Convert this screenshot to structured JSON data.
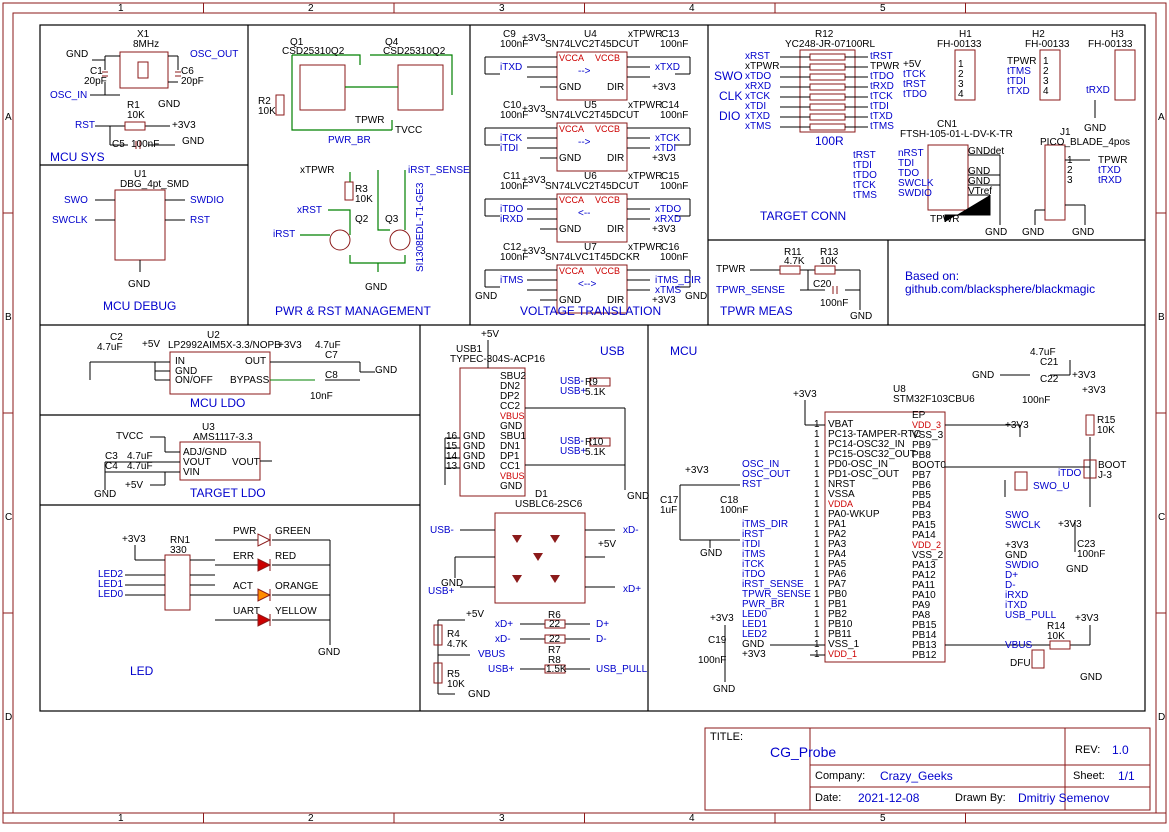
{
  "border": {
    "cols": [
      "1",
      "2",
      "3",
      "4",
      "5"
    ],
    "rows": [
      "A",
      "B",
      "C",
      "D"
    ]
  },
  "sections": {
    "mcu_sys": "MCU SYS",
    "mcu_debug": "MCU DEBUG",
    "pwr_rst": "PWR & RST MANAGEMENT",
    "voltage": "VOLTAGE TRANSLATION",
    "target_conn": "TARGET CONN",
    "tpwr_meas": "TPWR MEAS",
    "mcu_ldo": "MCU LDO",
    "target_ldo": "TARGET LDO",
    "usb": "USB",
    "mcu": "MCU",
    "led": "LED"
  },
  "based_on": {
    "line1": "Based on:",
    "line2": "github.com/blacksphere/blackmagic"
  },
  "mcu_sys": {
    "x1": "X1",
    "x1_val": "8MHz",
    "c1": "C1",
    "c1_val": "20pF",
    "c6": "C6",
    "c6_val": "20pF",
    "osc_out": "OSC_OUT",
    "osc_in": "OSC_IN",
    "gnd": "GND",
    "r1": "R1",
    "r1_val": "10K",
    "rst": "RST",
    "v33": "+3V3",
    "c5": "C5",
    "c5_val": "100nF"
  },
  "mcu_debug": {
    "u1": "U1",
    "u1_val": "DBG_4pt_SMD",
    "swo": "SWO",
    "swclk": "SWCLK",
    "swdio": "SWDIO",
    "rst": "RST",
    "gnd": "GND"
  },
  "pwr": {
    "q1": "Q1",
    "q1_val": "CSD25310Q2",
    "q4": "Q4",
    "q4_val": "CSD25310Q2",
    "r2": "R2",
    "r2_val": "10K",
    "tpwr": "TPWR",
    "pwr_br": "PWR_BR",
    "tvcc": "TVCC",
    "xtpwr": "xTPWR",
    "r3": "R3",
    "r3_val": "10K",
    "xrst": "xRST",
    "irst": "iRST",
    "q2": "Q2",
    "q3": "Q3",
    "irst_sense": "iRST_SENSE",
    "q_part": "SI1308EDL-T1-GE3",
    "gnd": "GND"
  },
  "vt": {
    "rows": [
      {
        "c1": "C9",
        "u": "U4",
        "part": "SN74LVC2T45DCUT",
        "c2": "C13",
        "a1": "iTXD",
        "a2": "",
        "b1": "xTXD",
        "b2": "",
        "arrow": "-->"
      },
      {
        "c1": "C10",
        "u": "U5",
        "part": "SN74LVC2T45DCUT",
        "c2": "C14",
        "a1": "iTCK",
        "a2": "iTDI",
        "b1": "xTCK",
        "b2": "xTDI",
        "arrow": "-->"
      },
      {
        "c1": "C11",
        "u": "U6",
        "part": "SN74LVC2T45DCUT",
        "c2": "C15",
        "a1": "iTDO",
        "a2": "iRXD",
        "b1": "xTDO",
        "b2": "xRXD",
        "arrow": "<--"
      },
      {
        "c1": "C12",
        "u": "U7",
        "part": "SN74LVC1T45DCKR",
        "c2": "C16",
        "a1": "iTMS",
        "a2": "",
        "b1": "iTMS_DIR",
        "b2": "xTMS",
        "arrow": "<-->"
      }
    ],
    "cap_val": "100nF",
    "v33": "+3V3",
    "xtpwr": "xTPWR",
    "vcca": "VCCA",
    "vccb": "VCCB",
    "gnd": "GND",
    "dir": "DIR",
    "gnd_lbl": "GND"
  },
  "target": {
    "r12": "R12",
    "r12_val": "YC248-JR-07100RL",
    "r_name": "100R",
    "left": [
      "xRST",
      "xTPWR",
      "xTDO",
      "xRXD",
      "xTCK",
      "xTDI",
      "xTXD",
      "xTMS"
    ],
    "right": [
      "tRST",
      "TPWR",
      "tTDO",
      "tRXD",
      "tTCK",
      "tTDI",
      "tTXD",
      "tTMS"
    ],
    "swo": "SWO",
    "clk": "CLK",
    "dio": "DIO",
    "h1": "H1",
    "h1_val": "FH-00133",
    "h2": "H2",
    "h2_val": "FH-00133",
    "h3": "H3",
    "h3_val": "FH-00133",
    "h1_nets": [
      "+5V",
      "tTCK",
      "tRST",
      "tTDO"
    ],
    "h2_nets": [
      "TPWR",
      "tTMS",
      "tTDI",
      "tTXD"
    ],
    "h3_nets": [
      "tRXD"
    ],
    "cn1": "CN1",
    "cn1_val": "FTSH-105-01-L-DV-K-TR",
    "cn1_left": [
      "tRST",
      "tTDI",
      "tTDO",
      "tTCK",
      "tTMS"
    ],
    "cn1_pins": [
      "nRST",
      "TDI",
      "TDO",
      "SWCLK",
      "SWDIO"
    ],
    "cn1_right": [
      "GNDdet",
      "GND",
      "GND",
      "VTref"
    ],
    "j1": "J1",
    "j1_val": "PICO_BLADE_4pos",
    "j1_nets": [
      "TPWR",
      "tTXD",
      "tRXD"
    ],
    "tpwr": "TPWR",
    "gnd": "GND"
  },
  "tpwr_meas": {
    "r11": "R11",
    "r11_val": "4.7K",
    "r13": "R13",
    "r13_val": "10K",
    "c20": "C20",
    "c20_val": "100nF",
    "tpwr": "TPWR",
    "tpwr_sense": "TPWR_SENSE",
    "gnd": "GND"
  },
  "mcu_ldo": {
    "c2": "C2",
    "c2_val": "4.7uF",
    "v5": "+5V",
    "u2": "U2",
    "u2_val": "LP2992AIM5X-3.3/NOPB",
    "v33": "+3V3",
    "c7": "C7",
    "c7_val": "4.7uF",
    "c8": "C8",
    "c8_val": "10nF",
    "in": "IN",
    "gnd": "GND",
    "onoff": "ON/OFF",
    "out": "OUT",
    "bypass": "BYPASS",
    "gnd_lbl": "GND"
  },
  "target_ldo": {
    "tvcc": "TVCC",
    "u3": "U3",
    "u3_val": "AMS1117-3.3",
    "c3": "C3",
    "c4": "C4",
    "cap_val": "4.7uF",
    "v5": "+5V",
    "adj": "ADJ/GND",
    "vout": "VOUT",
    "vin": "VIN",
    "vout2": "VOUT",
    "gnd": "GND"
  },
  "usb": {
    "usb1": "USB1",
    "usb1_val": "TYPEC-304S-ACP16",
    "v5": "+5V",
    "pins": [
      "SBU2",
      "DN2",
      "DP2",
      "CC2",
      "VBUS",
      "GND",
      "SBU1",
      "DN1",
      "DP1",
      "CC1",
      "VBUS",
      "GND"
    ],
    "usb_m": "USB-",
    "usb_p": "USB+",
    "r9": "R9",
    "r9_val": "5.1K",
    "r10": "R10",
    "r10_val": "5.1K",
    "gnd_pins": [
      "16",
      "15",
      "14",
      "13"
    ],
    "gnd": "GND",
    "d1": "D1",
    "d1_val": "USBLC6-2SC6",
    "xd_m": "xD-",
    "xd_p": "xD+",
    "r4": "R4",
    "r4_val": "4.7K",
    "r5": "R5",
    "r5_val": "10K",
    "vbus": "VBUS",
    "r6": "R6",
    "r6_val": "22",
    "r7": "R7",
    "r7_val": "22",
    "r8": "R8",
    "r8_val": "1.5K",
    "d_p": "D+",
    "d_m": "D-",
    "usb_pull": "USB_PULL"
  },
  "mcu": {
    "u8": "U8",
    "u8_val": "STM32F103CBU6",
    "v33": "+3V3",
    "left_pins": [
      "VBAT",
      "PC13-TAMPER-RTC",
      "PC14-OSC32_IN",
      "PC15-OSC32_OUT",
      "PD0-OSC_IN",
      "PD1-OSC_OUT",
      "NRST",
      "VSSA",
      "VDDA",
      "PA0-WKUP",
      "PA1",
      "PA2",
      "PA3",
      "PA4",
      "PA5",
      "PA6",
      "PA7",
      "PB0",
      "PB1",
      "PB2",
      "PB10",
      "PB11",
      "VSS_1",
      "VDD_1"
    ],
    "left_nets": [
      "",
      "",
      "",
      "",
      "OSC_IN",
      "OSC_OUT",
      "RST",
      "",
      "",
      "",
      "iTMS_DIR",
      "iRST",
      "iTDI",
      "iTMS",
      "iTCK",
      "iTDO",
      "iRST_SENSE",
      "TPWR_SENSE",
      "PWR_BR",
      "LED0",
      "LED1",
      "LED2",
      "GND",
      "+3V3"
    ],
    "right_pins": [
      "EP",
      "VDD_3",
      "VSS_3",
      "PB9",
      "PB8",
      "BOOT0",
      "PB7",
      "PB6",
      "PB5",
      "PB4",
      "PB3",
      "PA15",
      "PA14",
      "VDD_2",
      "VSS_2",
      "PA13",
      "PA12",
      "PA11",
      "PA10",
      "PA9",
      "PA8",
      "PB15",
      "PB14",
      "PB13",
      "PB12"
    ],
    "right_nets": [
      "",
      "+3V3",
      "",
      "",
      "",
      "",
      "",
      "",
      "",
      "",
      "SWO",
      "SWCLK",
      "",
      "+3V3",
      "GND",
      "SWDIO",
      "D+",
      "D-",
      "iRXD",
      "iTXD",
      "USB_PULL",
      "",
      "",
      "VBUS",
      ""
    ],
    "c17": "C17",
    "c17_val": "1uF",
    "c18": "C18",
    "c18_val": "100nF",
    "c19": "C19",
    "c19_val": "100nF",
    "c21": "C21",
    "c21_val": "4.7uF",
    "c22": "C22",
    "c22_val": "100nF",
    "c23": "C23",
    "c23_val": "100nF",
    "r15": "R15",
    "r15_val": "10K",
    "r14": "R14",
    "r14_val": "10K",
    "boot": "BOOT",
    "boot_val": "J-3",
    "swo_u": "SWO_U",
    "dfu": "DFU",
    "itdo": "iTDO",
    "gnd": "GND"
  },
  "led": {
    "v33": "+3V3",
    "rn1": "RN1",
    "rn1_val": "330",
    "nets": [
      "LED2",
      "LED1",
      "LED0"
    ],
    "leds": [
      {
        "name": "PWR",
        "color": "GREEN",
        "hex": "#ffffff"
      },
      {
        "name": "ERR",
        "color": "RED",
        "hex": "#cc0000"
      },
      {
        "name": "ACT",
        "color": "ORANGE",
        "hex": "#ff8c00"
      },
      {
        "name": "UART",
        "color": "YELLOW",
        "hex": "#cc0000"
      }
    ],
    "gnd": "GND"
  },
  "title_block": {
    "title_label": "TITLE:",
    "title": "CG_Probe",
    "rev_label": "REV:",
    "rev": "1.0",
    "company_label": "Company:",
    "company": "Crazy_Geeks",
    "sheet_label": "Sheet:",
    "sheet": "1/1",
    "date_label": "Date:",
    "date": "2021-12-08",
    "drawn_label": "Drawn By:",
    "drawn": "Dmitriy Semenov"
  },
  "colors": {
    "frame": "#8b1a1a",
    "wire": "#008000",
    "net": "#0000cc",
    "part": "#8b1a1a",
    "pin": "#cc0000"
  }
}
